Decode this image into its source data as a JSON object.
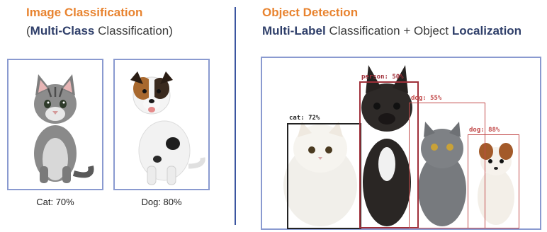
{
  "left_panel": {
    "title": "Image Classification",
    "subtitle_paren_open": "(",
    "subtitle_bold": "Multi-Class",
    "subtitle_rest": " Classification)",
    "images": [
      {
        "icon": "cat-icon",
        "caption": "Cat: 70%"
      },
      {
        "icon": "dog-icon",
        "caption": "Dog: 80%"
      }
    ]
  },
  "right_panel": {
    "title": "Object Detection",
    "subtitle_bold1": "Multi-Label",
    "subtitle_mid": " Classification + Object ",
    "subtitle_bold2": "Localization",
    "detections": [
      {
        "label": "cat: 72%",
        "color": "#222222"
      },
      {
        "label": "person: 50%",
        "color": "#a0303a"
      },
      {
        "label": "dog: 55%",
        "color": "#c24a4a"
      },
      {
        "label": "dog: 88%",
        "color": "#c24a4a"
      }
    ]
  },
  "colors": {
    "title_orange": "#e8832f",
    "subtitle_bold": "#2f3f6a",
    "divider": "#3b55a0",
    "box_border": "#8a9ad0"
  }
}
